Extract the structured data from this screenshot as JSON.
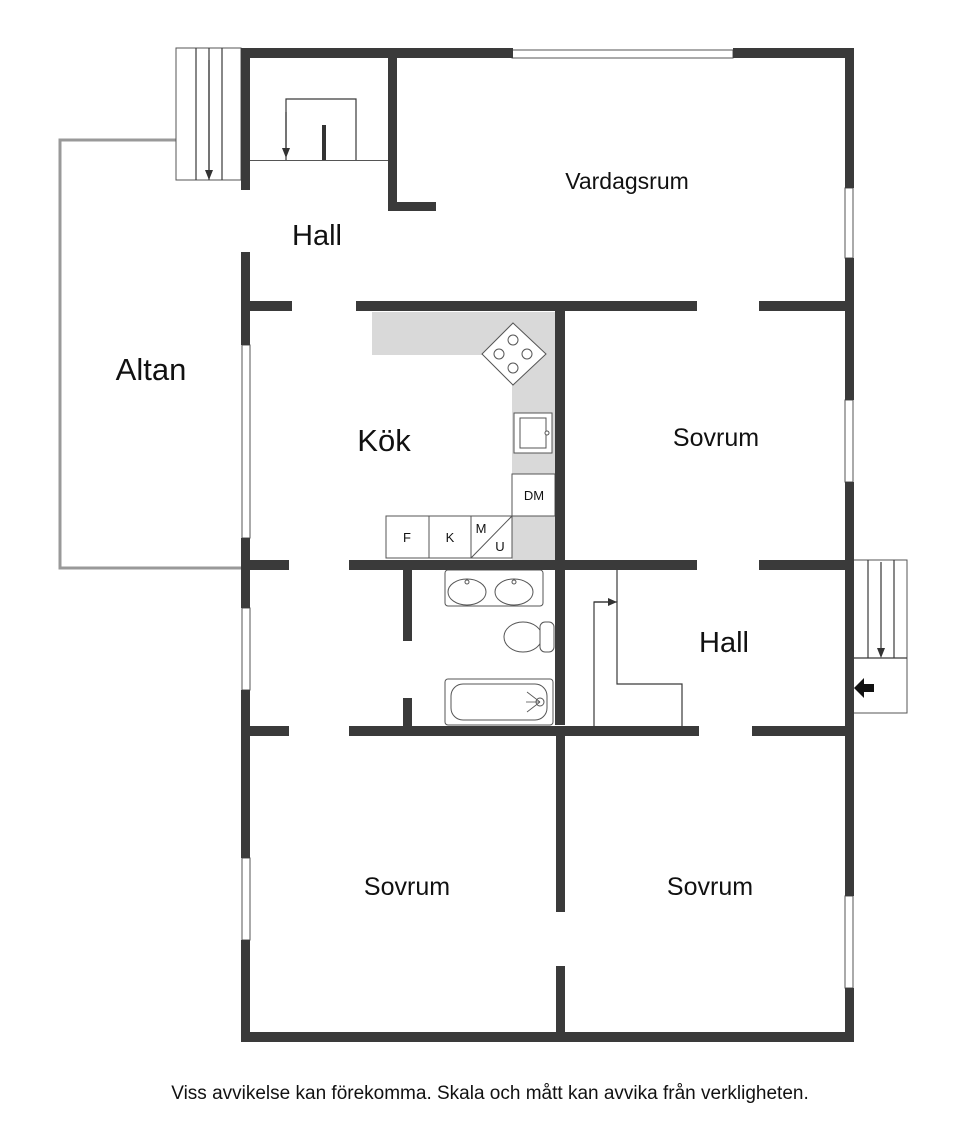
{
  "rooms": {
    "hall_top": "Hall",
    "vardagsrum": "Vardagsrum",
    "altan": "Altan",
    "kok": "Kök",
    "sovrum_right": "Sovrum",
    "hall_mid": "Hall",
    "sovrum_bottom_left": "Sovrum",
    "sovrum_bottom_right": "Sovrum"
  },
  "appliances": {
    "dishwasher": "DM",
    "fridge": "F",
    "freezer": "K",
    "microwave": "M",
    "oven": "U"
  },
  "icons": [
    "stove-icon",
    "sink-icon",
    "washbasin-icon",
    "toilet-icon",
    "bathtub-icon",
    "entrance-arrow-icon",
    "stairs-icon"
  ],
  "disclaimer": "Viss avvikelse kan förekomma. Skala och mått kan avvika från verkligheten."
}
